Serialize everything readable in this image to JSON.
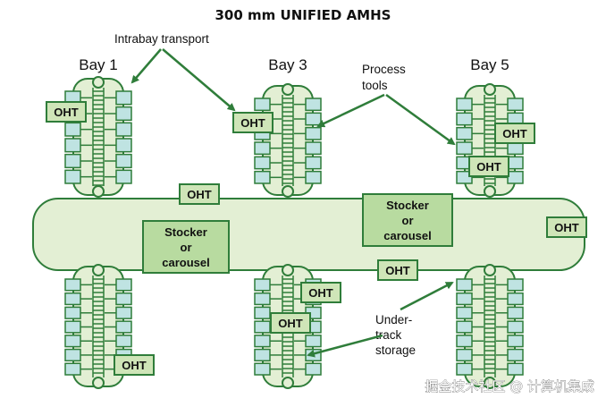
{
  "title": "300 mm UNIFIED AMHS",
  "labels": {
    "intrabay": "Intrabay transport",
    "process_line1": "Process",
    "process_line2": "tools",
    "under_line1": "Under-",
    "under_line2": "track",
    "under_line3": "storage"
  },
  "bays": [
    "Bay 1",
    "Bay 3",
    "Bay 5"
  ],
  "oht": "OHT",
  "stocker": [
    "Stocker",
    "or",
    "carousel"
  ],
  "watermark": "掘金技术社区 @ 计算机集成",
  "colors": {
    "fill": "#e3efd4",
    "dark": "#2f7d3a",
    "box": "#bfe3e2",
    "oht_fill": "#cfe5b8",
    "stocker_fill": "#b8dba0"
  }
}
